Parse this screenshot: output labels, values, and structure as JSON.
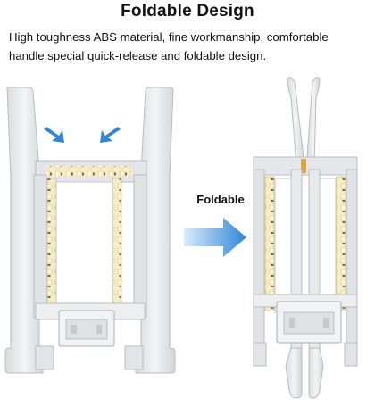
{
  "header": {
    "title": "Foldable Design",
    "description_line1": "High toughness ABS material, fine workmanship, comfortable",
    "description_line2": "handle,special quick-release and foldable design."
  },
  "arrow_label": "Foldable",
  "colors": {
    "frame": "#e9eaec",
    "frame_shadow": "#c9cbcf",
    "led": "#f3e2a4",
    "arrow_blue": "#2f86d6"
  }
}
